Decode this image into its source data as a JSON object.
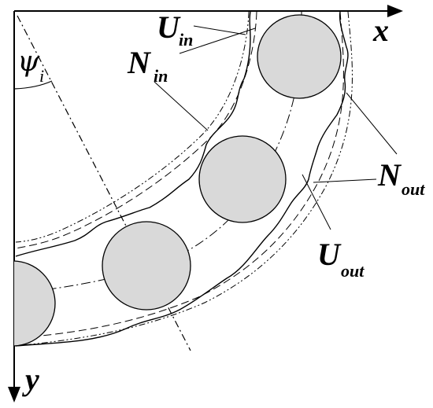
{
  "axes": {
    "x_label": "x",
    "y_label": "y"
  },
  "angle": {
    "symbol": "ψ",
    "subscript": "i"
  },
  "labels": {
    "u_in": {
      "main": "U",
      "sub": "in"
    },
    "n_in": {
      "main": "N",
      "sub": "in"
    },
    "n_out": {
      "main": "N",
      "sub": "out"
    },
    "u_out": {
      "main": "U",
      "sub": "out"
    }
  },
  "colors": {
    "stroke": "#000000",
    "ball_fill": "#d9d9d9",
    "background": "#ffffff"
  }
}
